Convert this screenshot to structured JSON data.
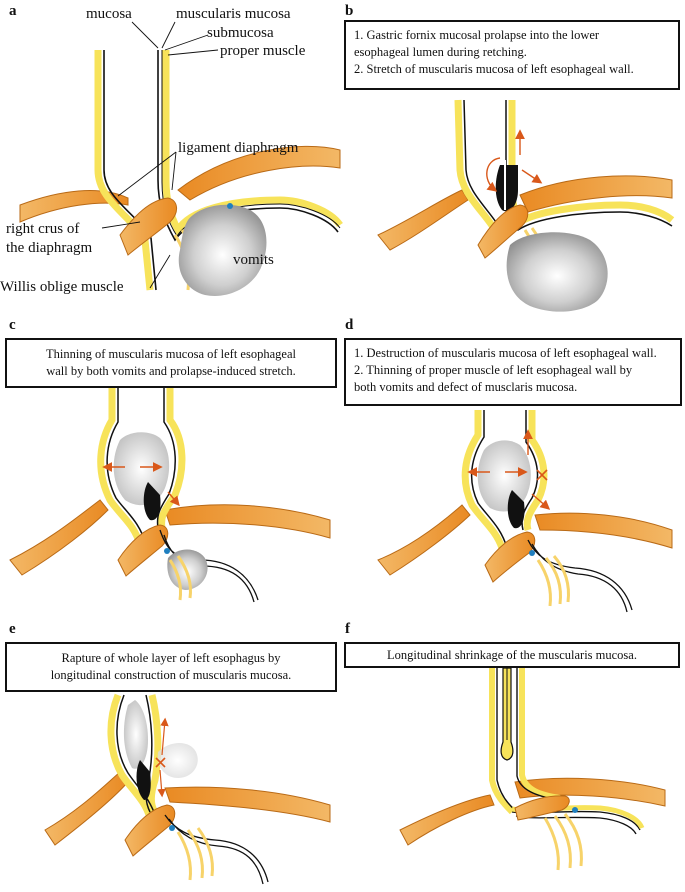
{
  "panels": {
    "a": {
      "letter": "a",
      "labels": {
        "mucosa": "mucosa",
        "muscularis_mucosa": "muscularis mucosa",
        "submucosa": "submucosa",
        "proper_muscle": "proper muscle",
        "ligament_diaphragm": "ligament diaphragm",
        "right_crus_1": "right crus of",
        "right_crus_2": "the diaphragm",
        "willis": "Willis oblige muscle",
        "vomits": "vomits"
      }
    },
    "b": {
      "letter": "b",
      "caption": [
        "1. Gastric fornix mucosal prolapse into the lower",
        "esophageal lumen during retching.",
        "2. Stretch of muscularis mucosa of left esophageal wall."
      ]
    },
    "c": {
      "letter": "c",
      "caption": [
        "Thinning of muscularis mucosa of left esophageal",
        "wall by both vomits and prolapse-induced stretch."
      ]
    },
    "d": {
      "letter": "d",
      "caption": [
        "1. Destruction of muscularis mucosa of left esophageal wall.",
        "2. Thinning of proper muscle of left esophageal wall by",
        "both vomits and defect of musclaris mucosa."
      ]
    },
    "e": {
      "letter": "e",
      "caption": [
        "Rapture of whole layer of left esophagus by",
        "longitudinal construction of muscularis mucosa."
      ]
    },
    "f": {
      "letter": "f",
      "caption": [
        "Longitudinal shrinkage of the muscularis mucosa."
      ]
    }
  },
  "colors": {
    "diaphragm": "#f0a040",
    "diaphragm_dark": "#d9801f",
    "wall_yellow": "#f7e35a",
    "vomit_gray": "#c8c8c8",
    "arrow": "#d9581a",
    "marker_blue": "#1f7fbf",
    "outline": "#111111"
  }
}
